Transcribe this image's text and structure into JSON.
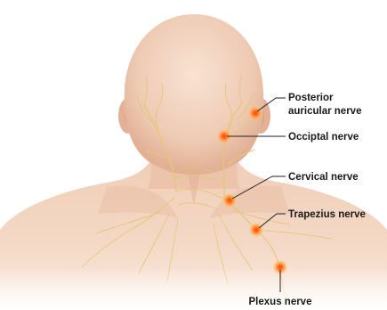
{
  "colors": {
    "skin_light": "#f6dccb",
    "skin_mid": "#e9bfa6",
    "skin_shade": "#d9a187",
    "nerve": "#e6c777",
    "marker_core": "#ff6a1a",
    "marker_glow": "#ffb347",
    "leader": "#222222",
    "label_text": "#1a1a1a"
  },
  "labels": {
    "posterior_line1": "Posterior",
    "posterior_line2": "auricular nerve",
    "occipital": "Occiptal nerve",
    "cervical": "Cervical nerve",
    "trapezius": "Trapezius nerve",
    "plexus": "Plexus nerve"
  }
}
